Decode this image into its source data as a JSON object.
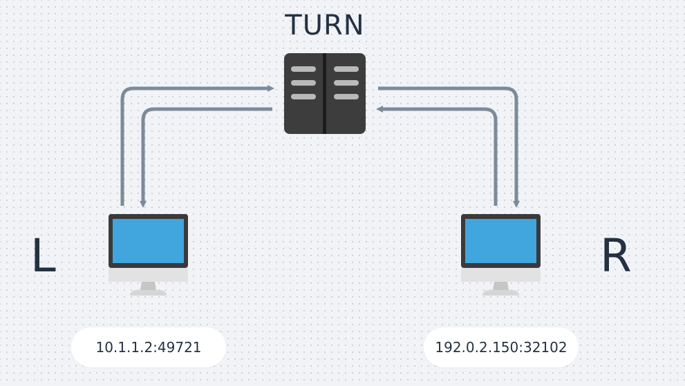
{
  "server": {
    "label": "TURN",
    "icon": "server-icon"
  },
  "left_peer": {
    "label": "L",
    "address": "10.1.1.2:49721",
    "icon": "computer-monitor-icon"
  },
  "right_peer": {
    "label": "R",
    "address": "192.0.2.150:32102",
    "icon": "computer-monitor-icon"
  },
  "colors": {
    "background": "#f1f3f6",
    "text": "#233142",
    "arrow": "#7b8b9a",
    "server_body": "#3d3d3d",
    "screen": "#41a5de",
    "monitor_bezel": "#3a3a3a",
    "monitor_base": "#e2e2e2"
  }
}
